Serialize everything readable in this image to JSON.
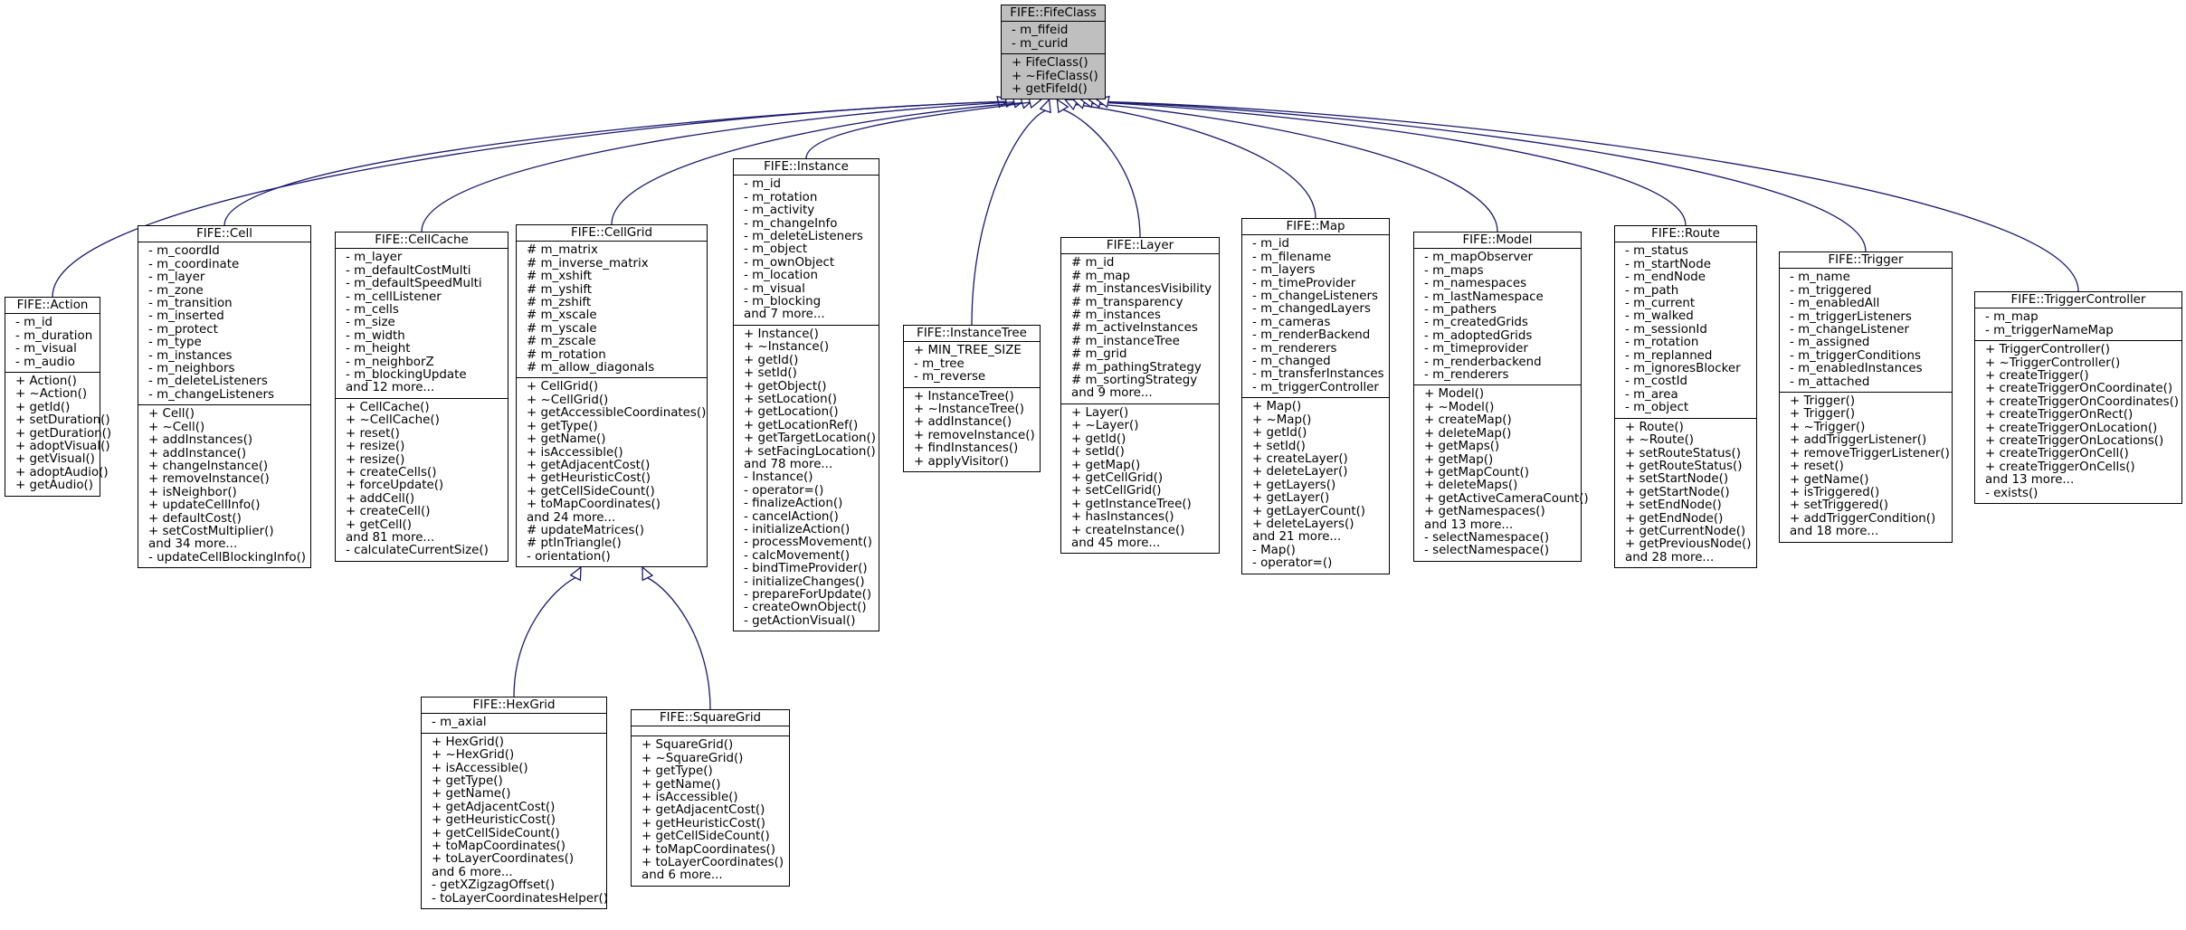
{
  "classes": [
    {
      "id": "FifeClass",
      "title": "FIFE::FifeClass",
      "base": true,
      "attrs": [
        "- m_fifeid",
        "- m_curid"
      ],
      "methods": [
        "+ FifeClass()",
        "+ ~FifeClass()",
        "+ getFifeId()"
      ]
    },
    {
      "id": "Action",
      "title": "FIFE::Action",
      "attrs": [
        "- m_id",
        "- m_duration",
        "- m_visual",
        "- m_audio"
      ],
      "methods": [
        "+ Action()",
        "+ ~Action()",
        "+ getId()",
        "+ setDuration()",
        "+ getDuration()",
        "+ adoptVisual()",
        "+ getVisual()",
        "+ adoptAudio()",
        "+ getAudio()"
      ]
    },
    {
      "id": "Cell",
      "title": "FIFE::Cell",
      "attrs": [
        "- m_coordId",
        "- m_coordinate",
        "- m_layer",
        "- m_zone",
        "- m_transition",
        "- m_inserted",
        "- m_protect",
        "- m_type",
        "- m_instances",
        "- m_neighbors",
        "- m_deleteListeners",
        "- m_changeListeners"
      ],
      "methods": [
        "+ Cell()",
        "+ ~Cell()",
        "+ addInstances()",
        "+ addInstance()",
        "+ changeInstance()",
        "+ removeInstance()",
        "+ isNeighbor()",
        "+ updateCellInfo()",
        "+ defaultCost()",
        "+ setCostMultiplier()",
        "and 34 more...",
        "- updateCellBlockingInfo()"
      ]
    },
    {
      "id": "CellCache",
      "title": "FIFE::CellCache",
      "attrs": [
        "- m_layer",
        "- m_defaultCostMulti",
        "- m_defaultSpeedMulti",
        "- m_cellListener",
        "- m_cells",
        "- m_size",
        "- m_width",
        "- m_height",
        "- m_neighborZ",
        "- m_blockingUpdate",
        "and 12 more..."
      ],
      "methods": [
        "+ CellCache()",
        "+ ~CellCache()",
        "+ reset()",
        "+ resize()",
        "+ resize()",
        "+ createCells()",
        "+ forceUpdate()",
        "+ addCell()",
        "+ createCell()",
        "+ getCell()",
        "and 81 more...",
        "- calculateCurrentSize()"
      ]
    },
    {
      "id": "CellGrid",
      "title": "FIFE::CellGrid",
      "attrs": [
        "# m_matrix",
        "# m_inverse_matrix",
        "# m_xshift",
        "# m_yshift",
        "# m_zshift",
        "# m_xscale",
        "# m_yscale",
        "# m_zscale",
        "# m_rotation",
        "# m_allow_diagonals"
      ],
      "methods": [
        "+ CellGrid()",
        "+ ~CellGrid()",
        "+ getAccessibleCoordinates()",
        "+ getType()",
        "+ getName()",
        "+ isAccessible()",
        "+ getAdjacentCost()",
        "+ getHeuristicCost()",
        "+ getCellSideCount()",
        "+ toMapCoordinates()",
        "and 24 more...",
        "# updateMatrices()",
        "# ptInTriangle()",
        "- orientation()"
      ]
    },
    {
      "id": "Instance",
      "title": "FIFE::Instance",
      "attrs": [
        "- m_id",
        "- m_rotation",
        "- m_activity",
        "- m_changeInfo",
        "- m_deleteListeners",
        "- m_object",
        "- m_ownObject",
        "- m_location",
        "- m_visual",
        "- m_blocking",
        "and 7 more..."
      ],
      "methods": [
        "+ Instance()",
        "+ ~Instance()",
        "+ getId()",
        "+ setId()",
        "+ getObject()",
        "+ setLocation()",
        "+ getLocation()",
        "+ getLocationRef()",
        "+ getTargetLocation()",
        "+ setFacingLocation()",
        "and 78 more...",
        "- Instance()",
        "- operator=()",
        "- finalizeAction()",
        "- cancelAction()",
        "- initializeAction()",
        "- processMovement()",
        "- calcMovement()",
        "- bindTimeProvider()",
        "- initializeChanges()",
        "- prepareForUpdate()",
        "- createOwnObject()",
        "- getActionVisual()"
      ]
    },
    {
      "id": "InstanceTree",
      "title": "FIFE::InstanceTree",
      "attrs": [
        "+ MIN_TREE_SIZE",
        "- m_tree",
        "- m_reverse"
      ],
      "methods": [
        "+ InstanceTree()",
        "+ ~InstanceTree()",
        "+ addInstance()",
        "+ removeInstance()",
        "+ findInstances()",
        "+ applyVisitor()"
      ]
    },
    {
      "id": "Layer",
      "title": "FIFE::Layer",
      "attrs": [
        "# m_id",
        "# m_map",
        "# m_instancesVisibility",
        "# m_transparency",
        "# m_instances",
        "# m_activeInstances",
        "# m_instanceTree",
        "# m_grid",
        "# m_pathingStrategy",
        "# m_sortingStrategy",
        "and 9 more..."
      ],
      "methods": [
        "+ Layer()",
        "+ ~Layer()",
        "+ getId()",
        "+ setId()",
        "+ getMap()",
        "+ getCellGrid()",
        "+ setCellGrid()",
        "+ getInstanceTree()",
        "+ hasInstances()",
        "+ createInstance()",
        "and 45 more..."
      ]
    },
    {
      "id": "Map",
      "title": "FIFE::Map",
      "attrs": [
        "- m_id",
        "- m_filename",
        "- m_layers",
        "- m_timeProvider",
        "- m_changeListeners",
        "- m_changedLayers",
        "- m_cameras",
        "- m_renderBackend",
        "- m_renderers",
        "- m_changed",
        "- m_transferInstances",
        "- m_triggerController"
      ],
      "methods": [
        "+ Map()",
        "+ ~Map()",
        "+ getId()",
        "+ setId()",
        "+ createLayer()",
        "+ deleteLayer()",
        "+ getLayers()",
        "+ getLayer()",
        "+ getLayerCount()",
        "+ deleteLayers()",
        "and 21 more...",
        "- Map()",
        "- operator=()"
      ]
    },
    {
      "id": "Model",
      "title": "FIFE::Model",
      "attrs": [
        "- m_mapObserver",
        "- m_maps",
        "- m_namespaces",
        "- m_lastNamespace",
        "- m_pathers",
        "- m_createdGrids",
        "- m_adoptedGrids",
        "- m_timeprovider",
        "- m_renderbackend",
        "- m_renderers"
      ],
      "methods": [
        "+ Model()",
        "+ ~Model()",
        "+ createMap()",
        "+ deleteMap()",
        "+ getMaps()",
        "+ getMap()",
        "+ getMapCount()",
        "+ deleteMaps()",
        "+ getActiveCameraCount()",
        "+ getNamespaces()",
        "and 13 more...",
        "- selectNamespace()",
        "- selectNamespace()"
      ]
    },
    {
      "id": "Route",
      "title": "FIFE::Route",
      "attrs": [
        "- m_status",
        "- m_startNode",
        "- m_endNode",
        "- m_path",
        "- m_current",
        "- m_walked",
        "- m_sessionId",
        "- m_rotation",
        "- m_replanned",
        "- m_ignoresBlocker",
        "- m_costId",
        "- m_area",
        "- m_object"
      ],
      "methods": [
        "+ Route()",
        "+ ~Route()",
        "+ setRouteStatus()",
        "+ getRouteStatus()",
        "+ setStartNode()",
        "+ getStartNode()",
        "+ setEndNode()",
        "+ getEndNode()",
        "+ getCurrentNode()",
        "+ getPreviousNode()",
        "and 28 more..."
      ]
    },
    {
      "id": "Trigger",
      "title": "FIFE::Trigger",
      "attrs": [
        "- m_name",
        "- m_triggered",
        "- m_enabledAll",
        "- m_triggerListeners",
        "- m_changeListener",
        "- m_assigned",
        "- m_triggerConditions",
        "- m_enabledInstances",
        "- m_attached"
      ],
      "methods": [
        "+ Trigger()",
        "+ Trigger()",
        "+ ~Trigger()",
        "+ addTriggerListener()",
        "+ removeTriggerListener()",
        "+ reset()",
        "+ getName()",
        "+ isTriggered()",
        "+ setTriggered()",
        "+ addTriggerCondition()",
        "and 18 more..."
      ]
    },
    {
      "id": "TriggerController",
      "title": "FIFE::TriggerController",
      "attrs": [
        "- m_map",
        "- m_triggerNameMap"
      ],
      "methods": [
        "+ TriggerController()",
        "+ ~TriggerController()",
        "+ createTrigger()",
        "+ createTriggerOnCoordinate()",
        "+ createTriggerOnCoordinates()",
        "+ createTriggerOnRect()",
        "+ createTriggerOnLocation()",
        "+ createTriggerOnLocations()",
        "+ createTriggerOnCell()",
        "+ createTriggerOnCells()",
        "and 13 more...",
        "- exists()"
      ]
    },
    {
      "id": "HexGrid",
      "title": "FIFE::HexGrid",
      "attrs": [
        "- m_axial"
      ],
      "methods": [
        "+ HexGrid()",
        "+ ~HexGrid()",
        "+ isAccessible()",
        "+ getType()",
        "+ getName()",
        "+ getAdjacentCost()",
        "+ getHeuristicCost()",
        "+ getCellSideCount()",
        "+ toMapCoordinates()",
        "+ toLayerCoordinates()",
        "and 6 more...",
        "- getXZigzagOffset()",
        "- toLayerCoordinatesHelper()"
      ]
    },
    {
      "id": "SquareGrid",
      "title": "FIFE::SquareGrid",
      "attrs": [],
      "methods": [
        "+ SquareGrid()",
        "+ ~SquareGrid()",
        "+ getType()",
        "+ getName()",
        "+ isAccessible()",
        "+ getAdjacentCost()",
        "+ getHeuristicCost()",
        "+ getCellSideCount()",
        "+ toMapCoordinates()",
        "+ toLayerCoordinates()",
        "and 6 more..."
      ]
    }
  ],
  "inheritance": [
    {
      "from": "Action",
      "to": "FifeClass"
    },
    {
      "from": "Cell",
      "to": "FifeClass"
    },
    {
      "from": "CellCache",
      "to": "FifeClass"
    },
    {
      "from": "CellGrid",
      "to": "FifeClass"
    },
    {
      "from": "Instance",
      "to": "FifeClass"
    },
    {
      "from": "InstanceTree",
      "to": "FifeClass"
    },
    {
      "from": "Layer",
      "to": "FifeClass"
    },
    {
      "from": "Map",
      "to": "FifeClass"
    },
    {
      "from": "Model",
      "to": "FifeClass"
    },
    {
      "from": "Route",
      "to": "FifeClass"
    },
    {
      "from": "Trigger",
      "to": "FifeClass"
    },
    {
      "from": "TriggerController",
      "to": "FifeClass"
    },
    {
      "from": "HexGrid",
      "to": "CellGrid"
    },
    {
      "from": "SquareGrid",
      "to": "CellGrid"
    }
  ],
  "colors": {
    "edge": "#191970",
    "base_fill": "#bfbfbf",
    "box_fill": "#ffffff",
    "border": "#000000"
  }
}
